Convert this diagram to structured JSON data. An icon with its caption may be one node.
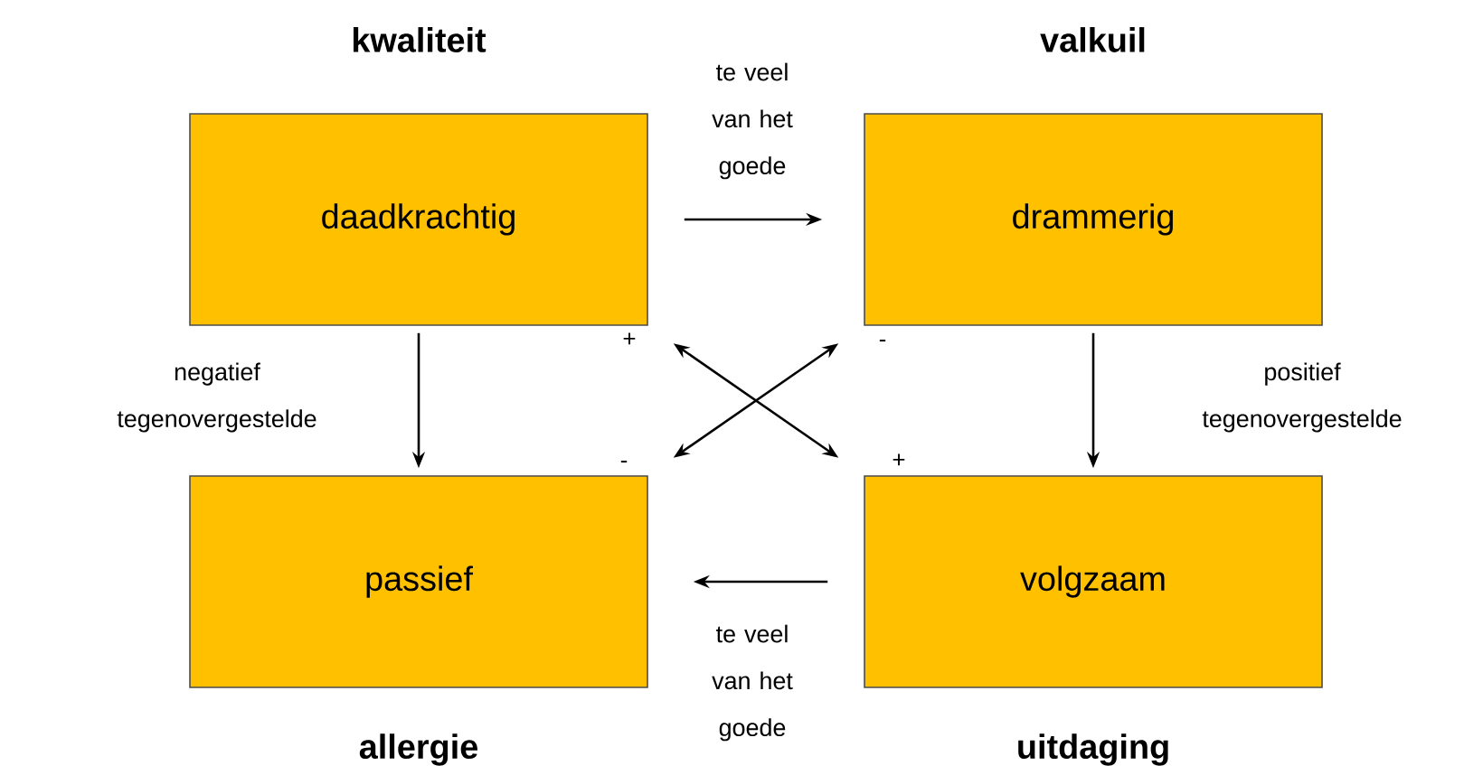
{
  "diagram": {
    "nodes": [
      {
        "text": [
          "kwaliteit",
          "daadkrachtig"
        ],
        "beside": [
          "+"
        ]
      },
      {
        "text": [
          "valkuil",
          "drammerig"
        ],
        "beside": [
          "-"
        ]
      },
      {
        "text": [
          "passief",
          "allergie"
        ],
        "beside": [
          "-"
        ]
      },
      {
        "text": [
          "volgzaam",
          "uitdaging"
        ],
        "beside": [
          "+"
        ]
      }
    ],
    "edges": [
      {
        "from": 0,
        "to": 1,
        "arrow": "to",
        "label": "te veel van het goede"
      },
      {
        "from": 0,
        "to": 2,
        "arrow": "to",
        "label": "negatief tegenovergestelde"
      },
      {
        "from": 1,
        "to": 3,
        "arrow": "to",
        "label": "positief tegenovergestelde"
      },
      {
        "from": 3,
        "to": 2,
        "arrow": "to",
        "label": "te veel van het goede"
      },
      {
        "from": 0,
        "to": 3,
        "arrow": "both"
      },
      {
        "from": 1,
        "to": 2,
        "arrow": "both"
      }
    ]
  }
}
